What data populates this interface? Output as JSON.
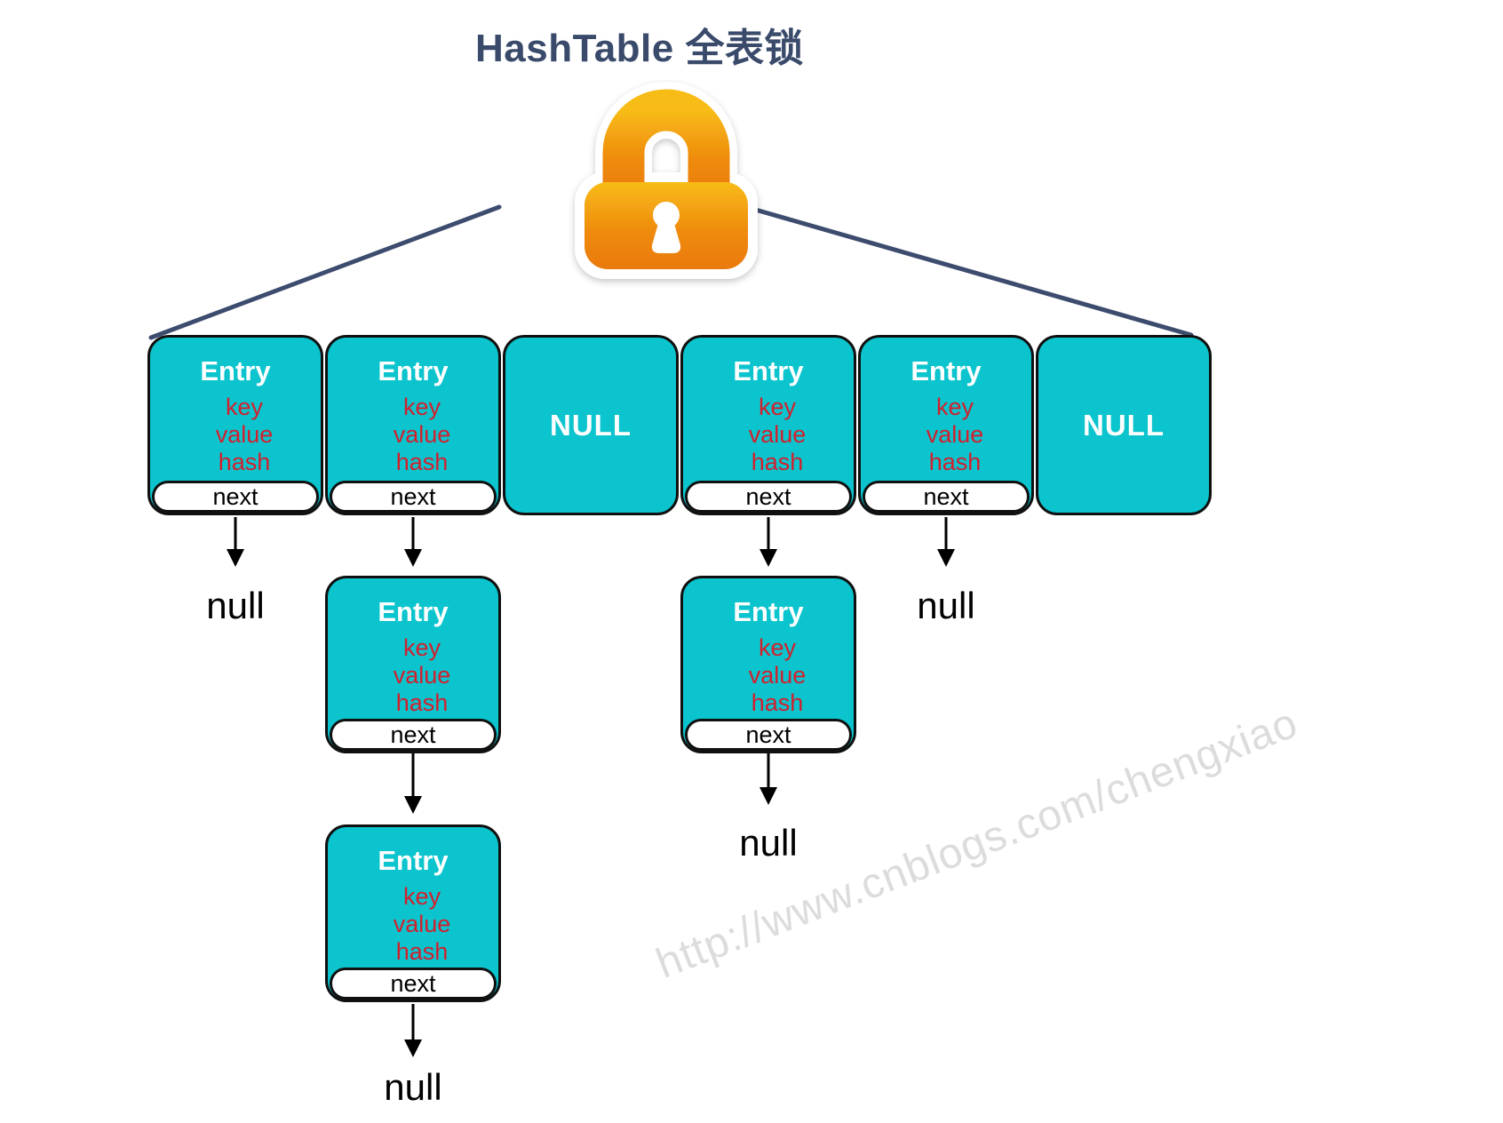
{
  "title": "HashTable 全表锁",
  "watermark": "http://www.cnblogs.com/chengxiao",
  "labels": {
    "entry": "Entry",
    "key": "key",
    "value": "value",
    "hash": "hash",
    "next": "next",
    "null_bucket": "NULL",
    "null_ref": "null"
  },
  "colors": {
    "bucket_fill": "#0BC4CD",
    "field_text": "#D2202E",
    "title_and_lines": "#3A4A6B",
    "lock_orange_top": "#F8BC14",
    "lock_orange_bottom": "#EA7A0E",
    "watermark_gray": "#DCDCDC"
  },
  "structure": {
    "lock_icon": "padlock over whole table (full table lock)",
    "buckets": [
      {
        "slot": 0,
        "content": "Entry",
        "chain": [],
        "terminal": "null"
      },
      {
        "slot": 1,
        "content": "Entry",
        "chain": [
          "Entry",
          "Entry"
        ],
        "terminal": "null"
      },
      {
        "slot": 2,
        "content": "NULL",
        "chain": [],
        "terminal": ""
      },
      {
        "slot": 3,
        "content": "Entry",
        "chain": [
          "Entry"
        ],
        "terminal": "null"
      },
      {
        "slot": 4,
        "content": "Entry",
        "chain": [],
        "terminal": "null"
      },
      {
        "slot": 5,
        "content": "NULL",
        "chain": [],
        "terminal": ""
      }
    ]
  }
}
